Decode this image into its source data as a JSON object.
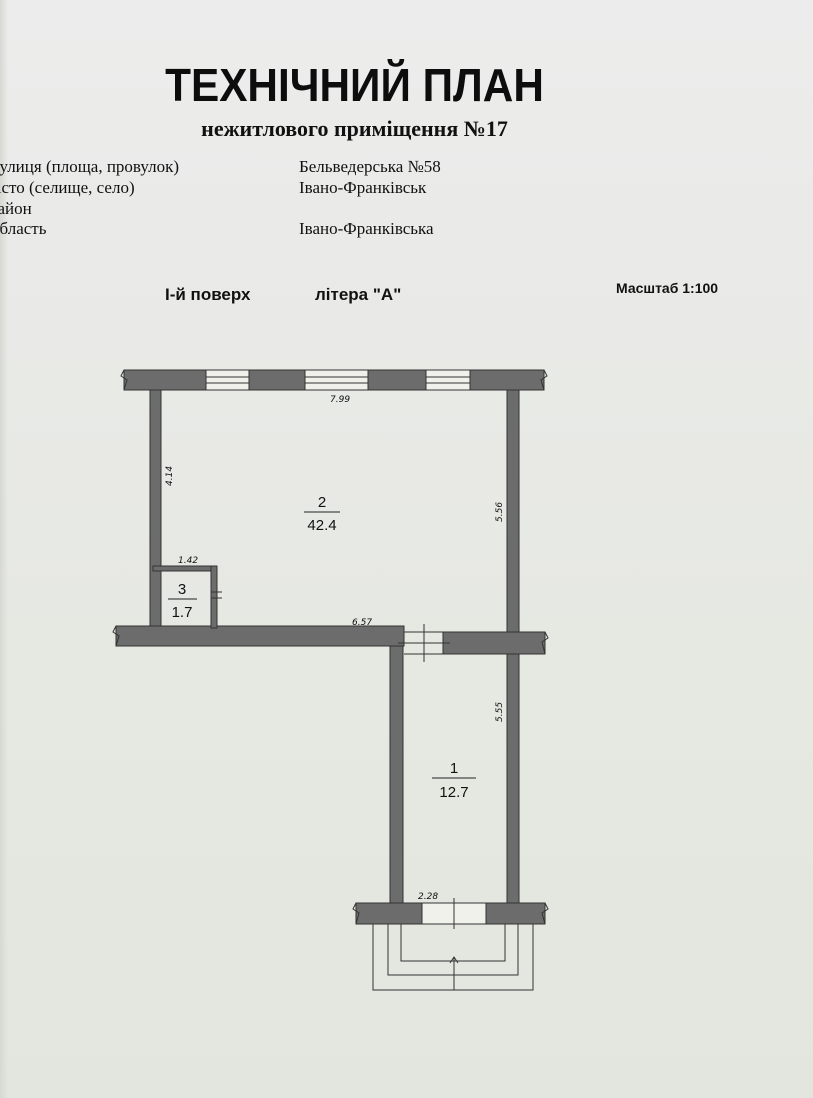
{
  "header": {
    "title": "ТЕХНІЧНИЙ ПЛАН",
    "subtitle": "нежитлового приміщення №17"
  },
  "address": [
    {
      "label": "вулиця (площа, провулок)",
      "value": "Бельведерська №58"
    },
    {
      "label": "місто (селище, село)",
      "value": "Івано-Франківськ"
    },
    {
      "label": "район",
      "value": ""
    },
    {
      "label": "область",
      "value": "Івано-Франківська"
    }
  ],
  "plan": {
    "floor": "І-й поверх",
    "letter": "літера \"А\"",
    "scale": "Масштаб 1:100",
    "dimensions": {
      "top_width": "7.99",
      "left_height": "4.14",
      "right_height_upper": "5.56",
      "closet_width": "1.42",
      "partition_width": "6.57",
      "right_height_lower": "5.55",
      "bottom_width": "2.28"
    },
    "rooms": [
      {
        "number": "1",
        "area": "12.7"
      },
      {
        "number": "2",
        "area": "42.4"
      },
      {
        "number": "3",
        "area": "1.7"
      }
    ]
  }
}
